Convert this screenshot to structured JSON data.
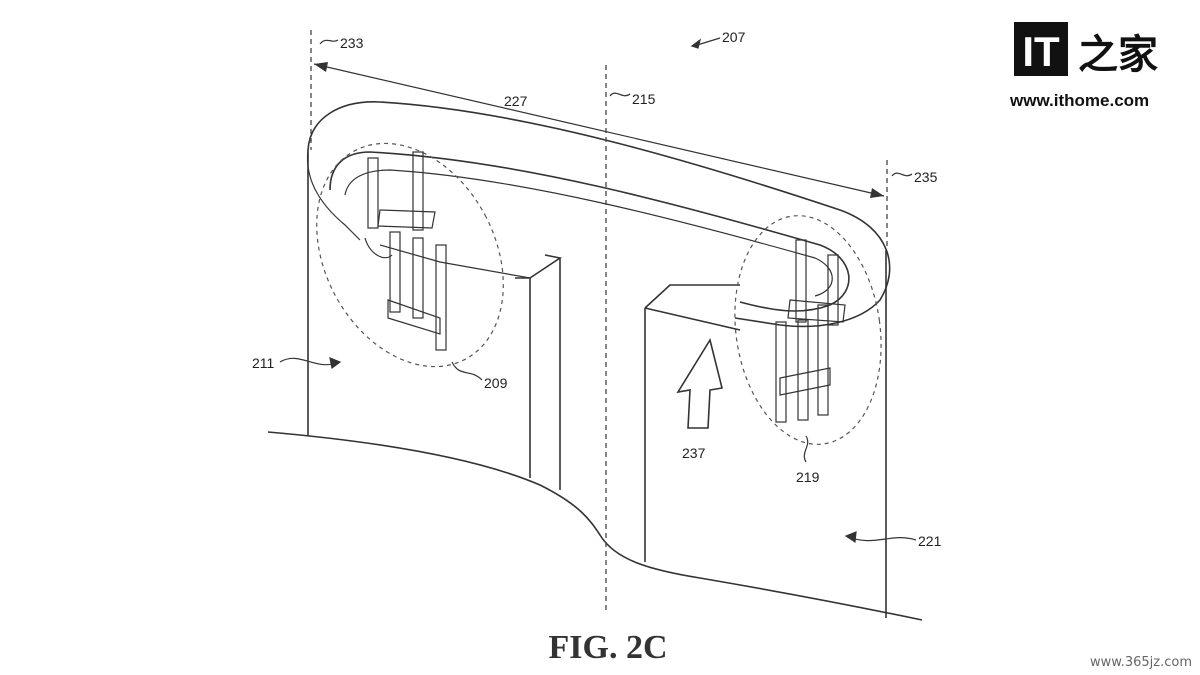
{
  "figure": {
    "caption": "FIG. 2C",
    "refs": {
      "r207": "207",
      "r209": "209",
      "r211": "211",
      "r215": "215",
      "r219": "219",
      "r221": "221",
      "r227": "227",
      "r233": "233",
      "r235": "235",
      "r237": "237"
    }
  },
  "branding": {
    "logo_it": "IT",
    "logo_cjk": "之家",
    "site": "www.ithome.com",
    "corner_watermark": "www.365jz.com"
  }
}
